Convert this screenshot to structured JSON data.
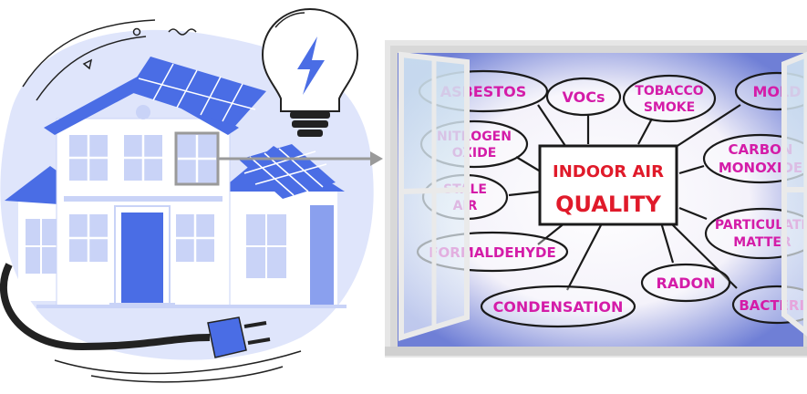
{
  "diagram": {
    "center": {
      "line1": "INDOOR AIR",
      "line2": "QUALITY"
    },
    "topics": {
      "asbestos": "ASBESTOS",
      "vocs": "VOCs",
      "tobacco_1": "TOBACCO",
      "tobacco_2": "SMOKE",
      "mold": "MOLD",
      "nitrogen_1": "NITROGEN",
      "nitrogen_2": "OXIDE",
      "stale_1": "STALE",
      "stale_2": "AIR",
      "carbon_1": "CARBON",
      "carbon_2": "MONOXIDE",
      "particulate_1": "PARTICULATE",
      "particulate_2": "MATTER",
      "formaldehyde": "FORMALDEHYDE",
      "radon": "RADON",
      "condensation": "CONDENSATION",
      "bacteria": "BACTERIA"
    }
  },
  "colors": {
    "house_blue": "#4a6de5",
    "house_light": "#c9d3f7",
    "blob": "#dfe5fb",
    "text_magenta": "#d41ca8",
    "title_red": "#e01a2a"
  }
}
